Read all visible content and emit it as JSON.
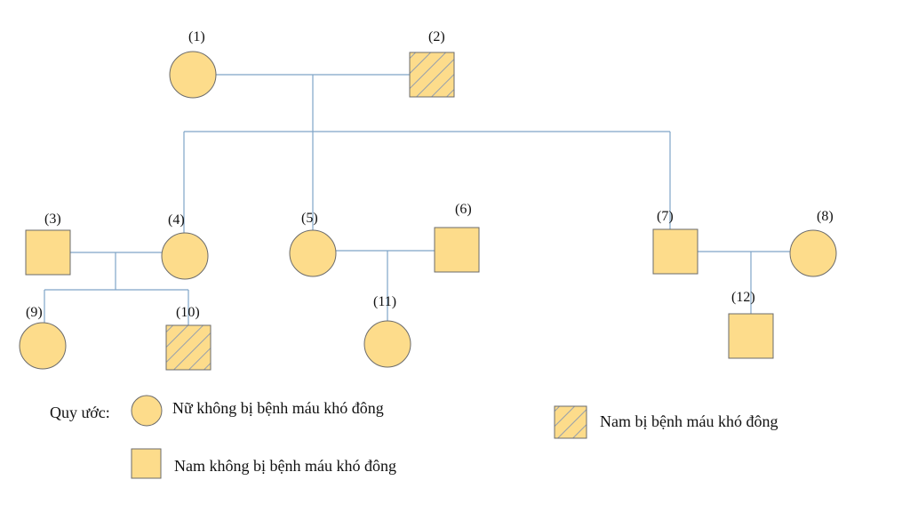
{
  "colors": {
    "fill": "#fddc8b",
    "stroke": "#6b6b6b",
    "line": "#7fa5c7",
    "hatch": "#7a8fb5"
  },
  "members": [
    {
      "id": "1",
      "label": "(1)",
      "sex": "female",
      "affected": false
    },
    {
      "id": "2",
      "label": "(2)",
      "sex": "male",
      "affected": true
    },
    {
      "id": "3",
      "label": "(3)",
      "sex": "male",
      "affected": false
    },
    {
      "id": "4",
      "label": "(4)",
      "sex": "female",
      "affected": false
    },
    {
      "id": "5",
      "label": "(5)",
      "sex": "female",
      "affected": false
    },
    {
      "id": "6",
      "label": "(6)",
      "sex": "male",
      "affected": false
    },
    {
      "id": "7",
      "label": "(7)",
      "sex": "male",
      "affected": false
    },
    {
      "id": "8",
      "label": "(8)",
      "sex": "female",
      "affected": false
    },
    {
      "id": "9",
      "label": "(9)",
      "sex": "female",
      "affected": false
    },
    {
      "id": "10",
      "label": "(10)",
      "sex": "male",
      "affected": true
    },
    {
      "id": "11",
      "label": "(11)",
      "sex": "female",
      "affected": false
    },
    {
      "id": "12",
      "label": "(12)",
      "sex": "male",
      "affected": false
    }
  ],
  "couples": [
    {
      "partners": [
        "1",
        "2"
      ],
      "children": [
        "4",
        "5",
        "7"
      ]
    },
    {
      "partners": [
        "3",
        "4"
      ],
      "children": [
        "9",
        "10"
      ]
    },
    {
      "partners": [
        "5",
        "6"
      ],
      "children": [
        "11"
      ]
    },
    {
      "partners": [
        "7",
        "8"
      ],
      "children": [
        "12"
      ]
    }
  ],
  "legend": {
    "title": "Quy ước:",
    "female_normal": "Nữ không bị bệnh máu khó đông",
    "male_normal": "Nam không bị bệnh máu khó đông",
    "male_affected": "Nam bị bệnh máu khó đông"
  }
}
